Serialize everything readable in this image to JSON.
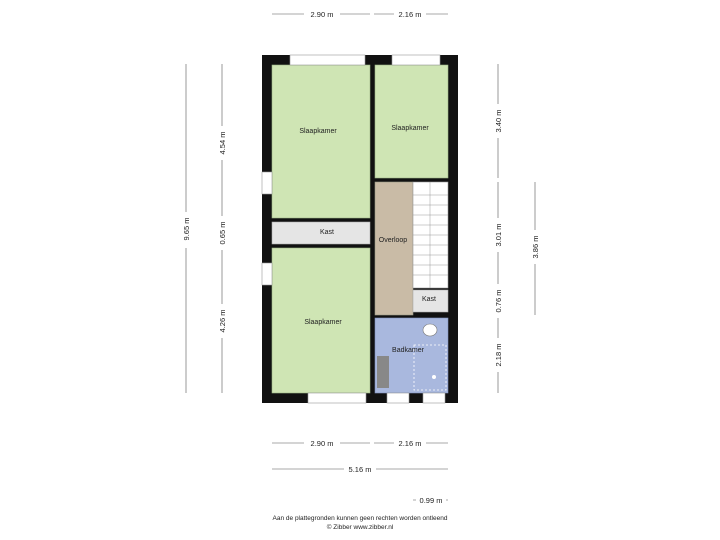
{
  "rooms": {
    "slaapkamer_1": "Slaapkamer",
    "slaapkamer_2": "Slaapkamer",
    "slaapkamer_3": "Slaapkamer",
    "kast_1": "Kast",
    "kast_2": "Kast",
    "overloop": "Overloop",
    "badkamer": "Badkamer"
  },
  "dimensions": {
    "top_left": "2.90 m",
    "top_right": "2.16 m",
    "bottom_left": "2.90 m",
    "bottom_right": "2.16 m",
    "total_width": "5.16 m",
    "small": "0.99 m",
    "total_height": "9.65 m",
    "left_upper": "4.54 m",
    "left_mid": "0.65 m",
    "left_lower": "4.26 m",
    "right_1": "3.40 m",
    "right_2": "3.01 m",
    "right_3": "0.76 m",
    "right_4": "2.18 m",
    "far_right": "3.86 m"
  },
  "footer": {
    "line1": "Aan de plattegronden kunnen geen rechten worden ontleend",
    "line2": "© Zibber www.zibber.nl"
  },
  "colors": {
    "bedroom": "#cfe5b4",
    "hallway": "#c9bba6",
    "bathroom": "#a9b8de",
    "closet": "#e5e5e5",
    "wall": "#111111"
  }
}
